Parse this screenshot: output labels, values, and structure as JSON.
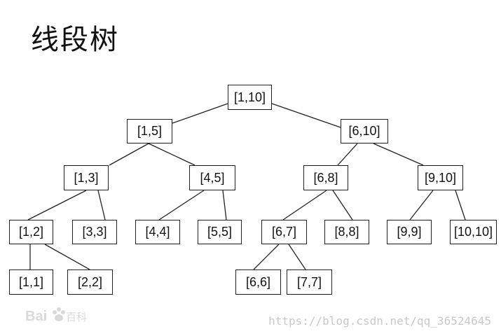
{
  "title": "线段树",
  "nodes": [
    {
      "id": "n-1-10",
      "label": "[1,10]"
    },
    {
      "id": "n-1-5",
      "label": "[1,5]"
    },
    {
      "id": "n-6-10",
      "label": "[6,10]"
    },
    {
      "id": "n-1-3",
      "label": "[1,3]"
    },
    {
      "id": "n-4-5",
      "label": "[4,5]"
    },
    {
      "id": "n-6-8",
      "label": "[6,8]"
    },
    {
      "id": "n-9-10",
      "label": "[9,10]"
    },
    {
      "id": "n-1-2",
      "label": "[1,2]"
    },
    {
      "id": "n-3-3",
      "label": "[3,3]"
    },
    {
      "id": "n-4-4",
      "label": "[4,4]"
    },
    {
      "id": "n-5-5",
      "label": "[5,5]"
    },
    {
      "id": "n-6-7",
      "label": "[6,7]"
    },
    {
      "id": "n-8-8",
      "label": "[8,8]"
    },
    {
      "id": "n-9-9",
      "label": "[9,9]"
    },
    {
      "id": "n-10-10",
      "label": "[10,10]"
    },
    {
      "id": "n-1-1",
      "label": "[1,1]"
    },
    {
      "id": "n-2-2",
      "label": "[2,2]"
    },
    {
      "id": "n-6-6",
      "label": "[6,6]"
    },
    {
      "id": "n-7-7",
      "label": "[7,7]"
    }
  ],
  "edges": [
    [
      "n-1-10",
      "n-1-5"
    ],
    [
      "n-1-10",
      "n-6-10"
    ],
    [
      "n-1-5",
      "n-1-3"
    ],
    [
      "n-1-5",
      "n-4-5"
    ],
    [
      "n-6-10",
      "n-6-8"
    ],
    [
      "n-6-10",
      "n-9-10"
    ],
    [
      "n-1-3",
      "n-1-2"
    ],
    [
      "n-1-3",
      "n-3-3"
    ],
    [
      "n-4-5",
      "n-4-4"
    ],
    [
      "n-4-5",
      "n-5-5"
    ],
    [
      "n-6-8",
      "n-6-7"
    ],
    [
      "n-6-8",
      "n-8-8"
    ],
    [
      "n-9-10",
      "n-9-9"
    ],
    [
      "n-9-10",
      "n-10-10"
    ],
    [
      "n-1-2",
      "n-1-1"
    ],
    [
      "n-1-2",
      "n-2-2"
    ],
    [
      "n-6-7",
      "n-6-6"
    ],
    [
      "n-6-7",
      "n-7-7"
    ]
  ],
  "watermark": {
    "logo": "Bai du 百科",
    "url": "https://blog.csdn.net/qq_36524645"
  }
}
